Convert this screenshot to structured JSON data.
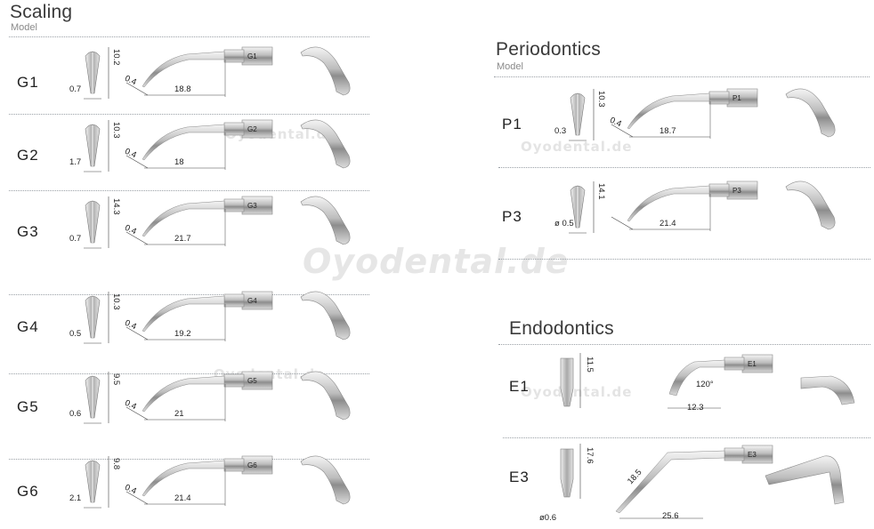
{
  "sections": {
    "scaling": {
      "title": "Scaling",
      "subtitle": "Model"
    },
    "periodontics": {
      "title": "Periodontics",
      "subtitle": "Model"
    },
    "endodontics": {
      "title": "Endodontics"
    }
  },
  "scaling_tips": [
    {
      "model": "G1",
      "tip_width": "0.7",
      "tip_height": "10.2",
      "angle_dim": "0.4",
      "length": "18.8",
      "marking": "G1"
    },
    {
      "model": "G2",
      "tip_width": "1.7",
      "tip_height": "10.3",
      "angle_dim": "0.4",
      "length": "18",
      "marking": "G2"
    },
    {
      "model": "G3",
      "tip_width": "0.7",
      "tip_height": "14.3",
      "angle_dim": "0.4",
      "length": "21.7",
      "marking": "G3"
    },
    {
      "model": "G4",
      "tip_width": "0.5",
      "tip_height": "10.3",
      "angle_dim": "0.4",
      "length": "19.2",
      "marking": "G4"
    },
    {
      "model": "G5",
      "tip_width": "0.6",
      "tip_height": "9.5",
      "angle_dim": "0.4",
      "length": "21",
      "marking": "G5"
    },
    {
      "model": "G6",
      "tip_width": "2.1",
      "tip_height": "9.8",
      "angle_dim": "0.4",
      "length": "21.4",
      "marking": "G6"
    }
  ],
  "perio_tips": [
    {
      "model": "P1",
      "tip_width": "0.3",
      "tip_height": "10.3",
      "angle_dim": "0.4",
      "length": "18.7",
      "marking": "P1"
    },
    {
      "model": "P3",
      "tip_width": "ø 0.5",
      "tip_height": "14.1",
      "length": "21.4",
      "marking": "P3"
    }
  ],
  "endo_tips": [
    {
      "model": "E1",
      "tip_height": "11.5",
      "length": "12.3",
      "angle": "120°",
      "marking": "E1"
    },
    {
      "model": "E3",
      "tip_width": "ø0.6",
      "tip_height": "17.6",
      "diag": "18.5",
      "length": "25.6",
      "marking": "E3"
    }
  ],
  "watermark": "Oyodental.de"
}
